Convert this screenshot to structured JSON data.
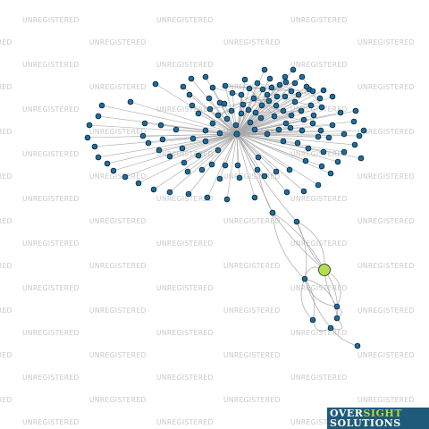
{
  "watermark": {
    "text": "UNREGISTERED"
  },
  "logo": {
    "word1": "OVER",
    "word2": "SIGHT",
    "line2": "SOLUTIONS"
  },
  "colors": {
    "node_fill": "#1d6e9e",
    "node_stroke": "#0a2436",
    "edge": "#a8a8a8",
    "highlight": "#b4e04c",
    "watermark": "#c8c8c8",
    "logo_bg": "#1f5a7a",
    "logo_accent": "#b6d63c"
  }
}
